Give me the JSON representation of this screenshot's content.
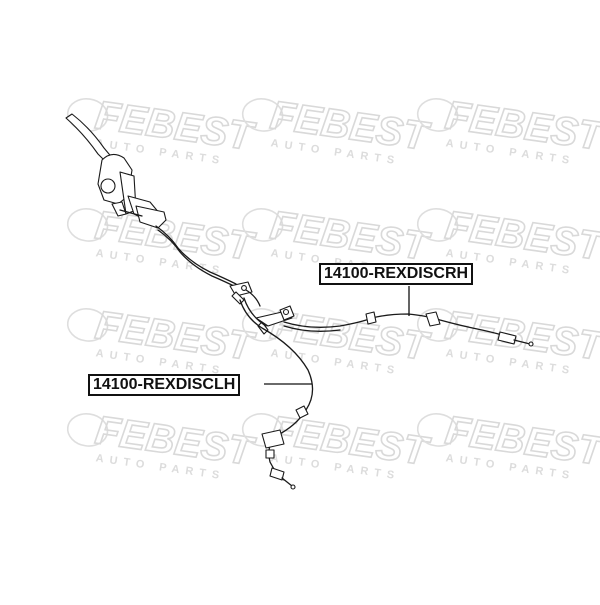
{
  "watermark": {
    "brand": "FEBEST",
    "tagline": "AUTO PARTS"
  },
  "parts": {
    "right": {
      "part_number": "14100-REXDISCRH"
    },
    "left": {
      "part_number": "14100-REXDISCLH"
    }
  },
  "colors": {
    "line": "#1a1a1a",
    "watermark": "#d9d9d9",
    "background": "#ffffff"
  }
}
